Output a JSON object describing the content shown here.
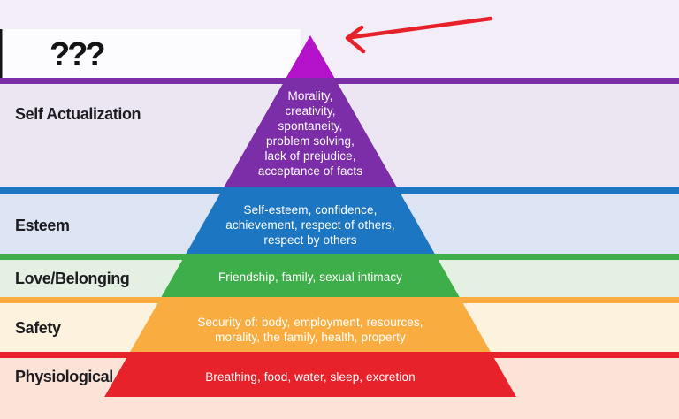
{
  "question": {
    "label": "???"
  },
  "header": {
    "top_bg": "#f3edf8",
    "question_band_bg": "#fcfbfe",
    "edge_line_color": "#141414"
  },
  "annotation_arrow": {
    "color": "#e62129"
  },
  "tip": {
    "color": "#b411cb"
  },
  "text_colors": {
    "label": "#1d1c20",
    "body": "#ffffff"
  },
  "levels": [
    {
      "label": "Self Actualization",
      "color": "#7b2ea7",
      "band_bg": "#ece6f2",
      "lines": [
        "Morality,",
        "creativity,",
        "spontaneity,",
        "problem solving,",
        "lack of prejudice,",
        "acceptance of facts"
      ]
    },
    {
      "label": "Esteem",
      "color": "#1d76c2",
      "band_bg": "#dde4f3",
      "lines": [
        "Self-esteem, confidence,",
        "achievement, respect of others,",
        "respect by others"
      ]
    },
    {
      "label": "Love/Belonging",
      "color": "#3eae4a",
      "band_bg": "#e3f0e2",
      "lines": [
        "Friendship, family, sexual intimacy"
      ]
    },
    {
      "label": "Safety",
      "color": "#f9ac40",
      "band_bg": "#fdf2dd",
      "lines": [
        "Security of: body, employment, resources,",
        "morality, the family, health, property"
      ]
    },
    {
      "label": "Physiological",
      "color": "#e7222b",
      "band_bg": "#fce3d7",
      "lines": [
        "Breathing, food, water, sleep, excretion"
      ]
    }
  ]
}
